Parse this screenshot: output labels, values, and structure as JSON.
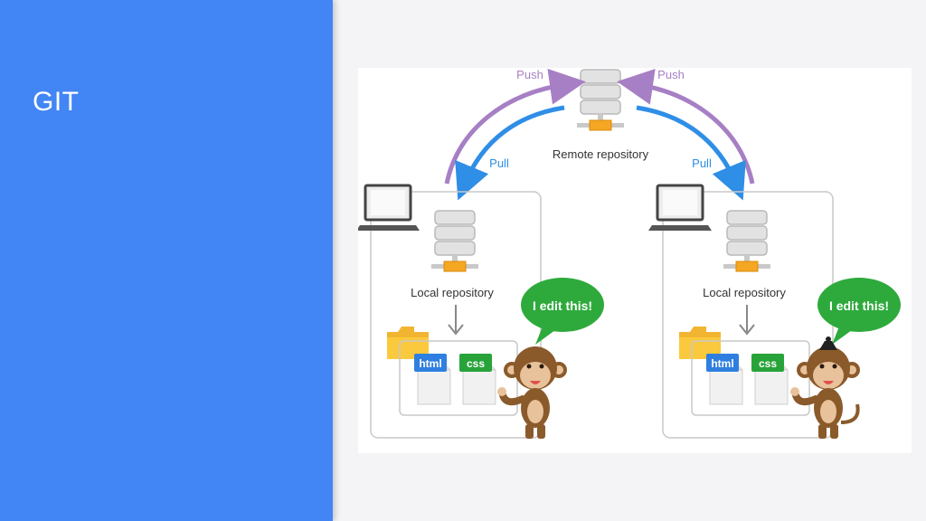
{
  "slide": {
    "title": "GIT"
  },
  "diagram": {
    "remote_label": "Remote repository",
    "push_label": "Push",
    "pull_label": "Pull",
    "local_label": "Local repository",
    "speech_text": "I edit this!",
    "file_html": "html",
    "file_css": "css"
  },
  "colors": {
    "slide_panel": "#4285f4",
    "push_arrow": "#a77fc4",
    "pull_arrow": "#2f8ee6",
    "speech_bubble": "#2eaa3c",
    "html_tag": "#2f7fe0",
    "css_tag": "#28a33a",
    "server_body": "#e2e2e2",
    "server_base": "#f5a623"
  }
}
